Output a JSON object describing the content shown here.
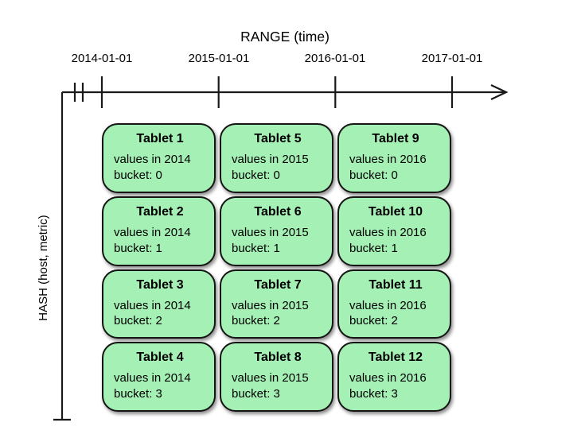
{
  "x_axis": {
    "title": "RANGE (time)",
    "ticks": [
      "2014-01-01",
      "2015-01-01",
      "2016-01-01",
      "2017-01-01"
    ]
  },
  "y_axis": {
    "title": "HASH (host, metric)"
  },
  "tablets": [
    {
      "title": "Tablet 1",
      "values": "values in 2014",
      "bucket": "bucket: 0"
    },
    {
      "title": "Tablet 5",
      "values": "values in 2015",
      "bucket": "bucket: 0"
    },
    {
      "title": "Tablet 9",
      "values": "values in 2016",
      "bucket": "bucket: 0"
    },
    {
      "title": "Tablet 2",
      "values": "values in 2014",
      "bucket": "bucket: 1"
    },
    {
      "title": "Tablet 6",
      "values": "values in 2015",
      "bucket": "bucket: 1"
    },
    {
      "title": "Tablet 10",
      "values": "values in 2016",
      "bucket": "bucket: 1"
    },
    {
      "title": "Tablet 3",
      "values": "values in 2014",
      "bucket": "bucket: 2"
    },
    {
      "title": "Tablet 7",
      "values": "values in 2015",
      "bucket": "bucket: 2"
    },
    {
      "title": "Tablet 11",
      "values": "values in 2016",
      "bucket": "bucket: 2"
    },
    {
      "title": "Tablet 4",
      "values": "values in 2014",
      "bucket": "bucket: 3"
    },
    {
      "title": "Tablet 8",
      "values": "values in 2015",
      "bucket": "bucket: 3"
    },
    {
      "title": "Tablet 12",
      "values": "values in 2016",
      "bucket": "bucket: 3"
    }
  ],
  "colors": {
    "tablet_fill": "#a5f0b4",
    "tablet_border": "#151515",
    "axis_color": "#1a1a1a",
    "text_color": "#000000"
  }
}
